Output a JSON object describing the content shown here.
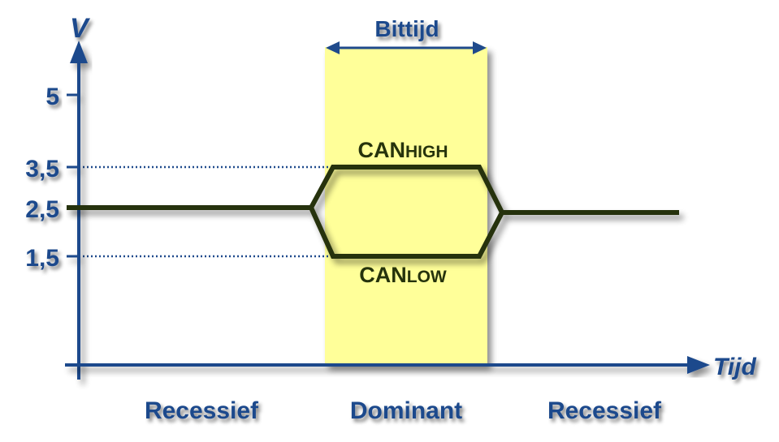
{
  "axes": {
    "y_label": "V",
    "x_label": "Tijd",
    "y_ticks": [
      "5",
      "3,5",
      "2,5",
      "1,5"
    ]
  },
  "bit": {
    "label": "Bittijd"
  },
  "signals": {
    "can_high_prefix": "CAN",
    "can_high_suffix": "HIGH",
    "can_low_prefix": "CAN",
    "can_low_suffix": "LOW"
  },
  "phases": [
    "Recessief",
    "Dominant",
    "Recessief"
  ],
  "colors": {
    "axis_blue": "#1f4a8c",
    "signal_green": "#26330c",
    "bit_highlight": "#ffff99"
  }
}
